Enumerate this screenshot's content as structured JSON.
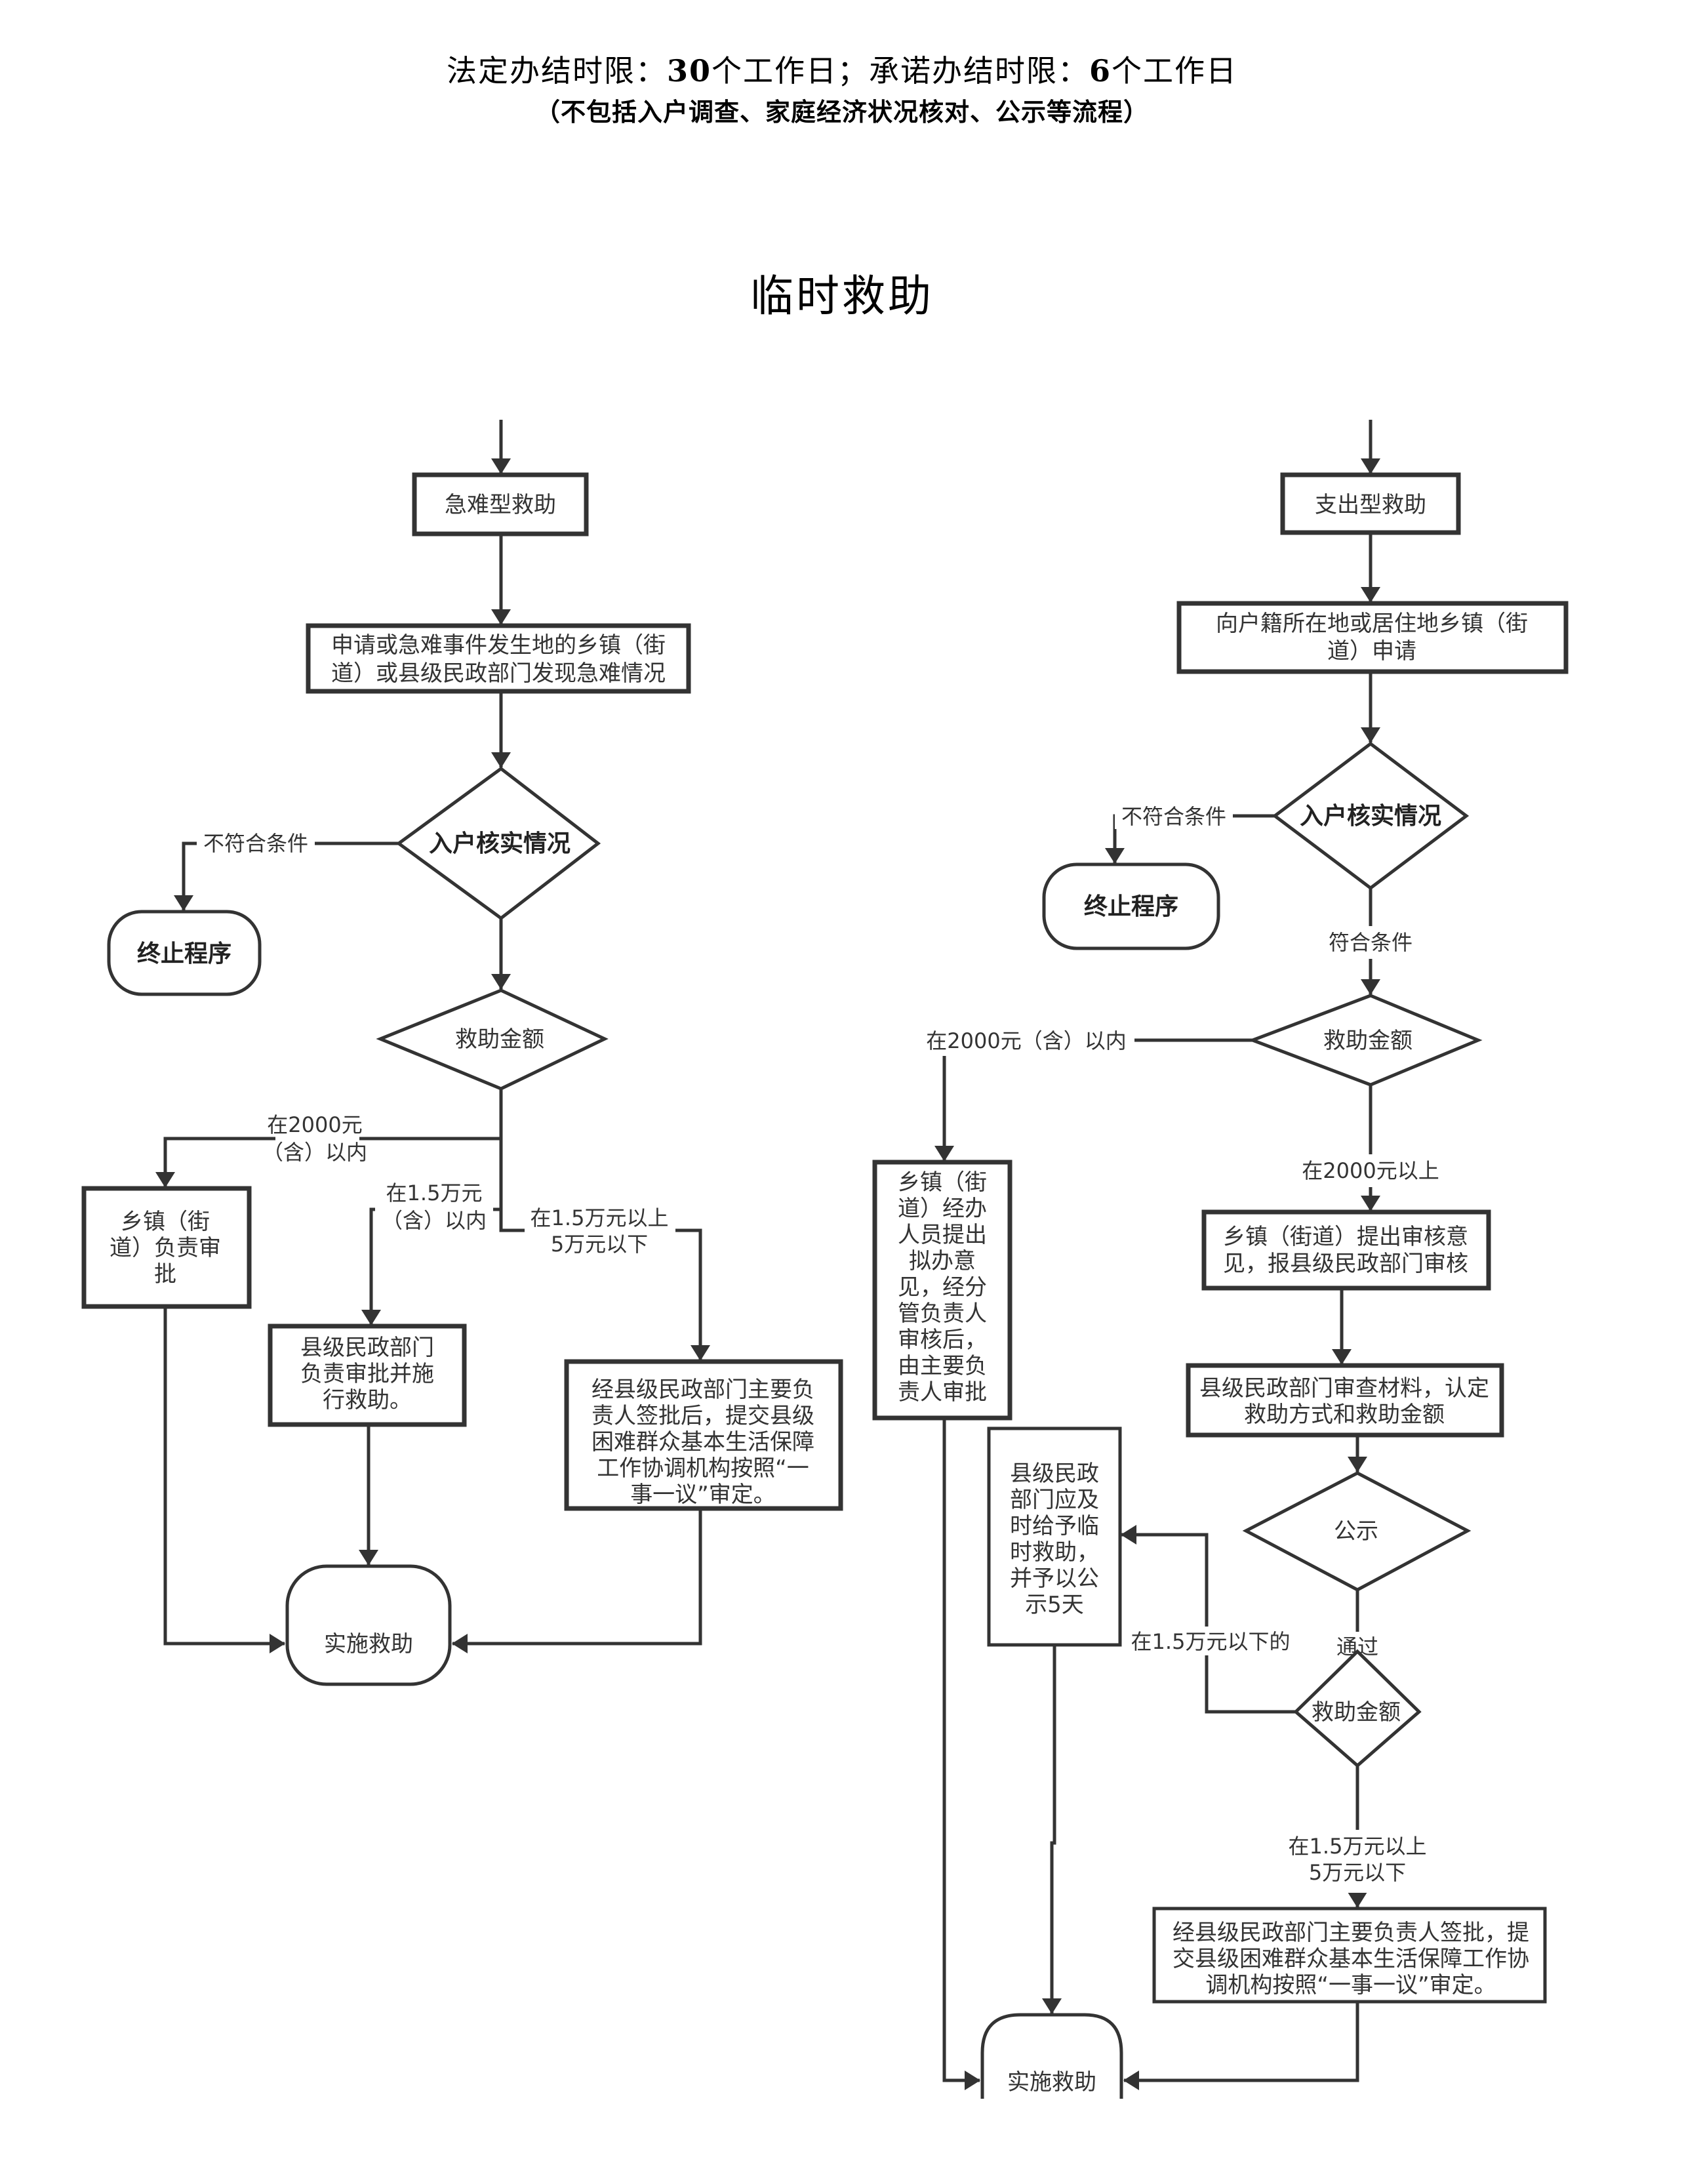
{
  "header": {
    "line1_pre": "法定办结时限：",
    "line1_num1": "30",
    "line1_mid": "个工作日；承诺办结时限：",
    "line1_num2": "6",
    "line1_post": "个工作日",
    "line2": "（不包括入户调查、家庭经济状况核对、公示等流程）"
  },
  "title": "临时救助",
  "left_flow": {
    "start": "急难型救助",
    "apply": [
      "申请或急难事件发生地的乡镇（街",
      "道）或县级民政部门发现急难情况"
    ],
    "check": "入户核实情况",
    "reject_label": "不符合条件",
    "terminate": "终止程序",
    "amount": "救助金额",
    "branch1_label": [
      "在2000元",
      "（含）以内"
    ],
    "branch1_box": [
      "乡镇（街",
      "道）负责审",
      "批"
    ],
    "branch2_label": [
      "在1.5万元",
      "（含）以内"
    ],
    "branch2_box": [
      "县级民政部门",
      "负责审批并施",
      "行救助。"
    ],
    "branch3_label": [
      "在1.5万元以上",
      "5万元以下"
    ],
    "branch3_box": [
      "经县级民政部门主要负",
      "责人签批后，提交县级",
      "困难群众基本生活保障",
      "工作协调机构按照“一",
      "事一议”审定。"
    ],
    "implement": "实施救助"
  },
  "right_flow": {
    "start": "支出型救助",
    "apply": [
      "向户籍所在地或居住地乡镇（街",
      "道）申请"
    ],
    "check": "入户核实情况",
    "reject_label": "不符合条件",
    "terminate": "终止程序",
    "pass_label": "符合条件",
    "amount": "救助金额",
    "low_label": "在2000元（含）以内",
    "low_box": [
      "乡镇（街",
      "道）经办",
      "人员提出",
      "拟办意",
      "见，经分",
      "管负责人",
      "审核后，",
      "由主要负",
      "责人审批"
    ],
    "high_label": "在2000元以上",
    "review_box": [
      "乡镇（街道）提出审核意",
      "见，报县级民政部门审核"
    ],
    "county_box": [
      "县级民政部门审查材料，认定",
      "救助方式和救助金额"
    ],
    "publicity": "公示",
    "passed_label": "通过",
    "amount2": "救助金额",
    "under15k_label": "在1.5万元以下的",
    "timely_box": [
      "县级民政",
      "部门应及",
      "时给予临",
      "时救助，",
      "并予以公",
      "示5天"
    ],
    "over15k_label": [
      "在1.5万元以上",
      "5万元以下"
    ],
    "final_box": [
      "经县级民政部门主要负责人签批，提",
      "交县级困难群众基本生活保障工作协",
      "调机构按照“一事一议”审定。"
    ],
    "implement": "实施救助"
  }
}
